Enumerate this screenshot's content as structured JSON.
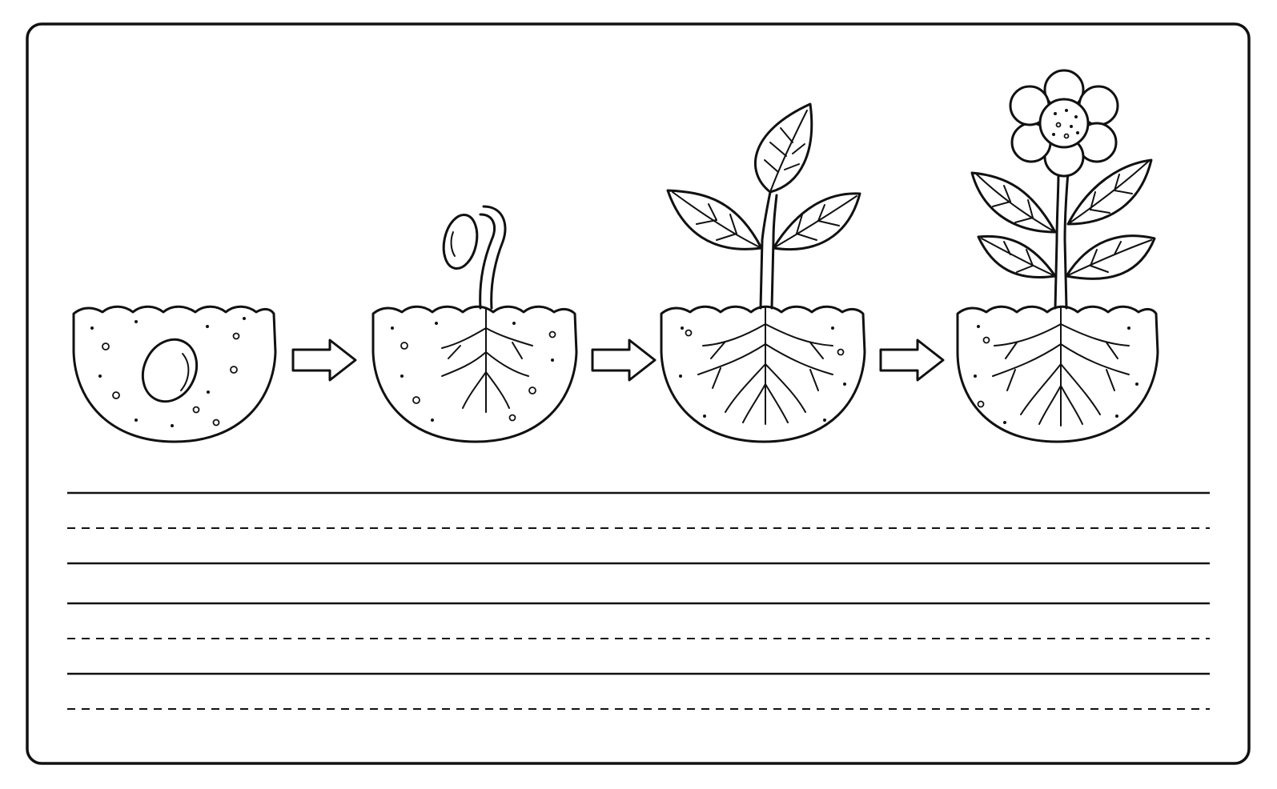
{
  "worksheet": {
    "stages": [
      {
        "name": "seed",
        "icon": "seed-in-soil-icon"
      },
      {
        "name": "germination",
        "icon": "germinating-seed-icon"
      },
      {
        "name": "seedling",
        "icon": "seedling-icon"
      },
      {
        "name": "flowering plant",
        "icon": "flowering-plant-icon"
      }
    ],
    "arrows": [
      "arrow-right-icon",
      "arrow-right-icon",
      "arrow-right-icon"
    ],
    "writing_lines": {
      "rows": 3,
      "pattern": [
        "solid",
        "dashed",
        "solid"
      ]
    },
    "colors": {
      "ink": "#111111",
      "paper": "#ffffff"
    }
  }
}
